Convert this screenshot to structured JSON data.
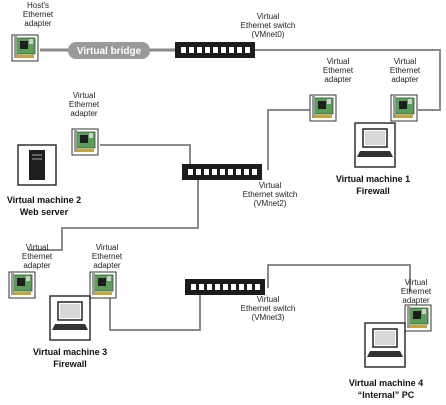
{
  "adapters": {
    "host": [
      "Host's",
      "Ethernet",
      "adapter"
    ],
    "virtual": [
      "Virtual",
      "Ethernet",
      "adapter"
    ]
  },
  "bridge": {
    "label": "Virtual bridge"
  },
  "switches": {
    "vmnet0": [
      "Virtual",
      "Ethernet switch",
      "(VMnet0)"
    ],
    "vmnet2": [
      "Virtual",
      "Ethernet switch",
      "(VMnet2)"
    ],
    "vmnet3": [
      "Virtual",
      "Ethernet switch",
      "(VMnet3)"
    ]
  },
  "machines": {
    "vm1": [
      "Virtual machine 1",
      "Firewall"
    ],
    "vm2": [
      "Virtual machine 2",
      "Web server"
    ],
    "vm3": [
      "Virtual machine 3",
      "Firewall"
    ],
    "vm4": [
      "Virtual machine 4",
      "“Internal” PC"
    ]
  }
}
